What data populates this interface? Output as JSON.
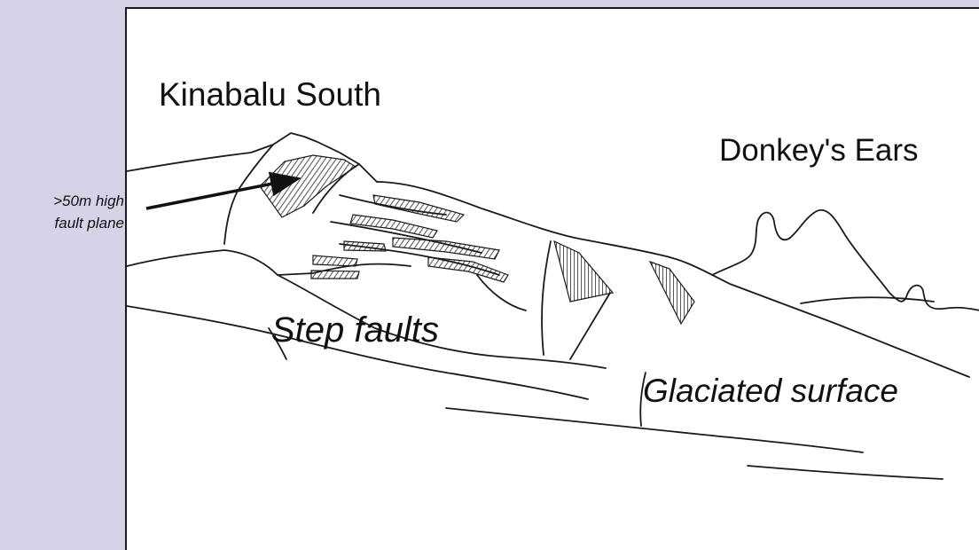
{
  "annotation": {
    "fault_height_line1": ">50m high",
    "fault_height_line2": "fault plane"
  },
  "labels": {
    "peak_south": "Kinabalu South",
    "peak_donkey": "Donkey's Ears",
    "step_faults": "Step faults",
    "glaciated_surface": "Glaciated surface"
  },
  "colors": {
    "background": "#d8d2e8",
    "panel": "#ffffff",
    "ink": "#111111"
  }
}
